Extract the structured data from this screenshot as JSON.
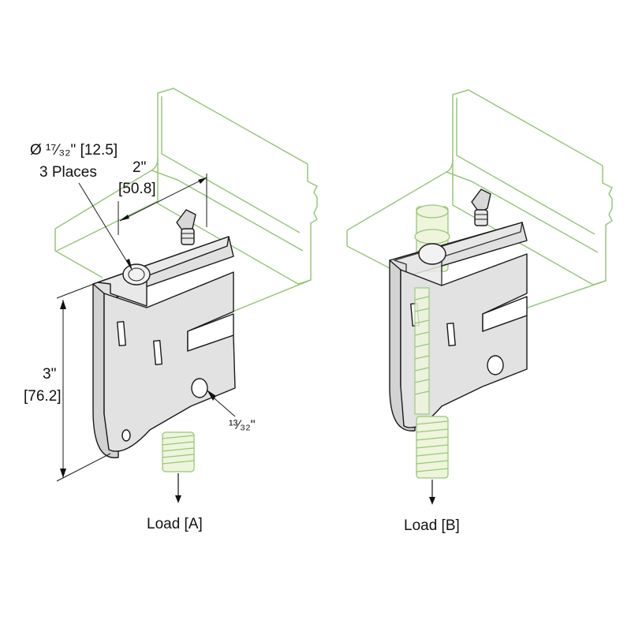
{
  "labels": {
    "hole_dia_inch": "Ø ¹⁷⁄₃₂\" [12.5]",
    "places": "3 Places",
    "width_inch": "2\"",
    "width_mm": "[50.8]",
    "height_inch": "3\"",
    "height_mm": "[76.2]",
    "slot_dim": "¹³⁄₃₂\"",
    "load_a": "Load [A]",
    "load_b": "Load [B]"
  },
  "colors": {
    "beam_outline": "#98c779",
    "part_fill": "#e4e4e4",
    "part_outline": "#1a1a1a"
  }
}
